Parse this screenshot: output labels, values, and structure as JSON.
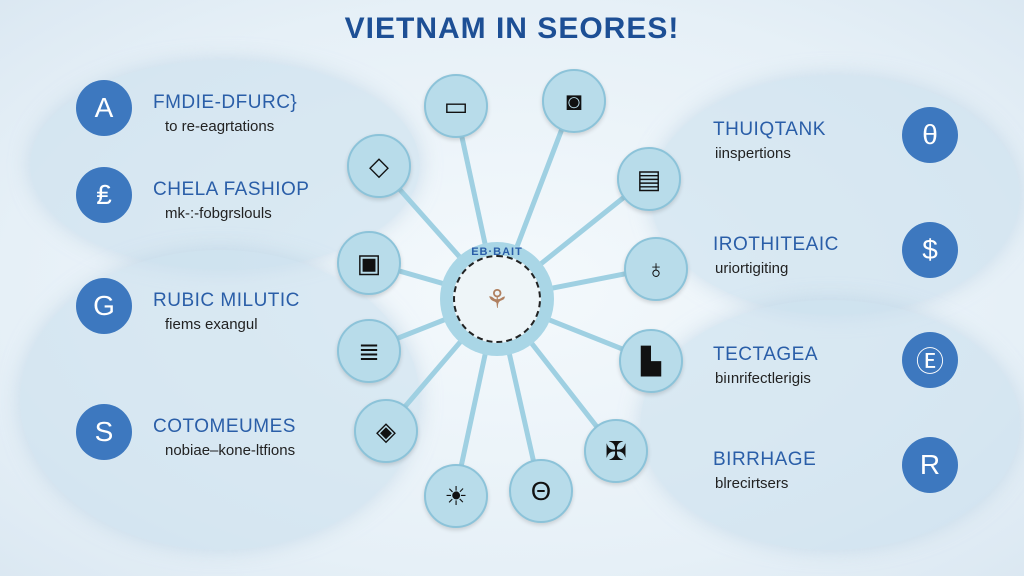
{
  "title": "VIETNAM IN SEORES!",
  "hub": {
    "label": "EB·BAIT",
    "icon": "tree-emblem-icon"
  },
  "left_items": [
    {
      "title": "FMDIE-DFURC}",
      "subtitle": "to re-eagrtations",
      "icon": "A"
    },
    {
      "title": "CHELA FASHIOP",
      "subtitle": "mk-:-fobgrslouls",
      "icon": "₤"
    },
    {
      "title": "RUBIC MILUTIC",
      "subtitle": "fiems exangul",
      "icon": "G"
    },
    {
      "title": "COTOMEUMES",
      "subtitle": "nobiae–kone-ltfions",
      "icon": "S"
    }
  ],
  "right_items": [
    {
      "title": "THUIQTANK",
      "subtitle": "iinspertions",
      "icon": "θ"
    },
    {
      "title": "IROTHITEAIC",
      "subtitle": "uriortigiting",
      "icon": "$"
    },
    {
      "title": "TECTAGEA",
      "subtitle": "biınrifectlerigis",
      "icon": "Ⓔ"
    },
    {
      "title": "BIRRHAGE",
      "subtitle": "blrecirtsers",
      "icon": "R"
    }
  ],
  "nodes": [
    {
      "icon": "monitor-icon",
      "glyph": "▭"
    },
    {
      "icon": "camera-icon",
      "glyph": "◙"
    },
    {
      "icon": "diamond-icon",
      "glyph": "◇"
    },
    {
      "icon": "cash-register-icon",
      "glyph": "▤"
    },
    {
      "icon": "monument-icon",
      "glyph": "▣"
    },
    {
      "icon": "lightbulb-icon",
      "glyph": "♁"
    },
    {
      "icon": "temple-icon",
      "glyph": "≣"
    },
    {
      "icon": "building-icon",
      "glyph": "▙"
    },
    {
      "icon": "lantern-icon",
      "glyph": "◈"
    },
    {
      "icon": "cross-tools-icon",
      "glyph": "✠"
    },
    {
      "icon": "sunrise-icon",
      "glyph": "☀"
    },
    {
      "icon": "chart-board-icon",
      "glyph": "Θ"
    }
  ],
  "colors": {
    "accent": "#3d78bf",
    "title": "#1d4f95",
    "node": "#b8dcea"
  }
}
